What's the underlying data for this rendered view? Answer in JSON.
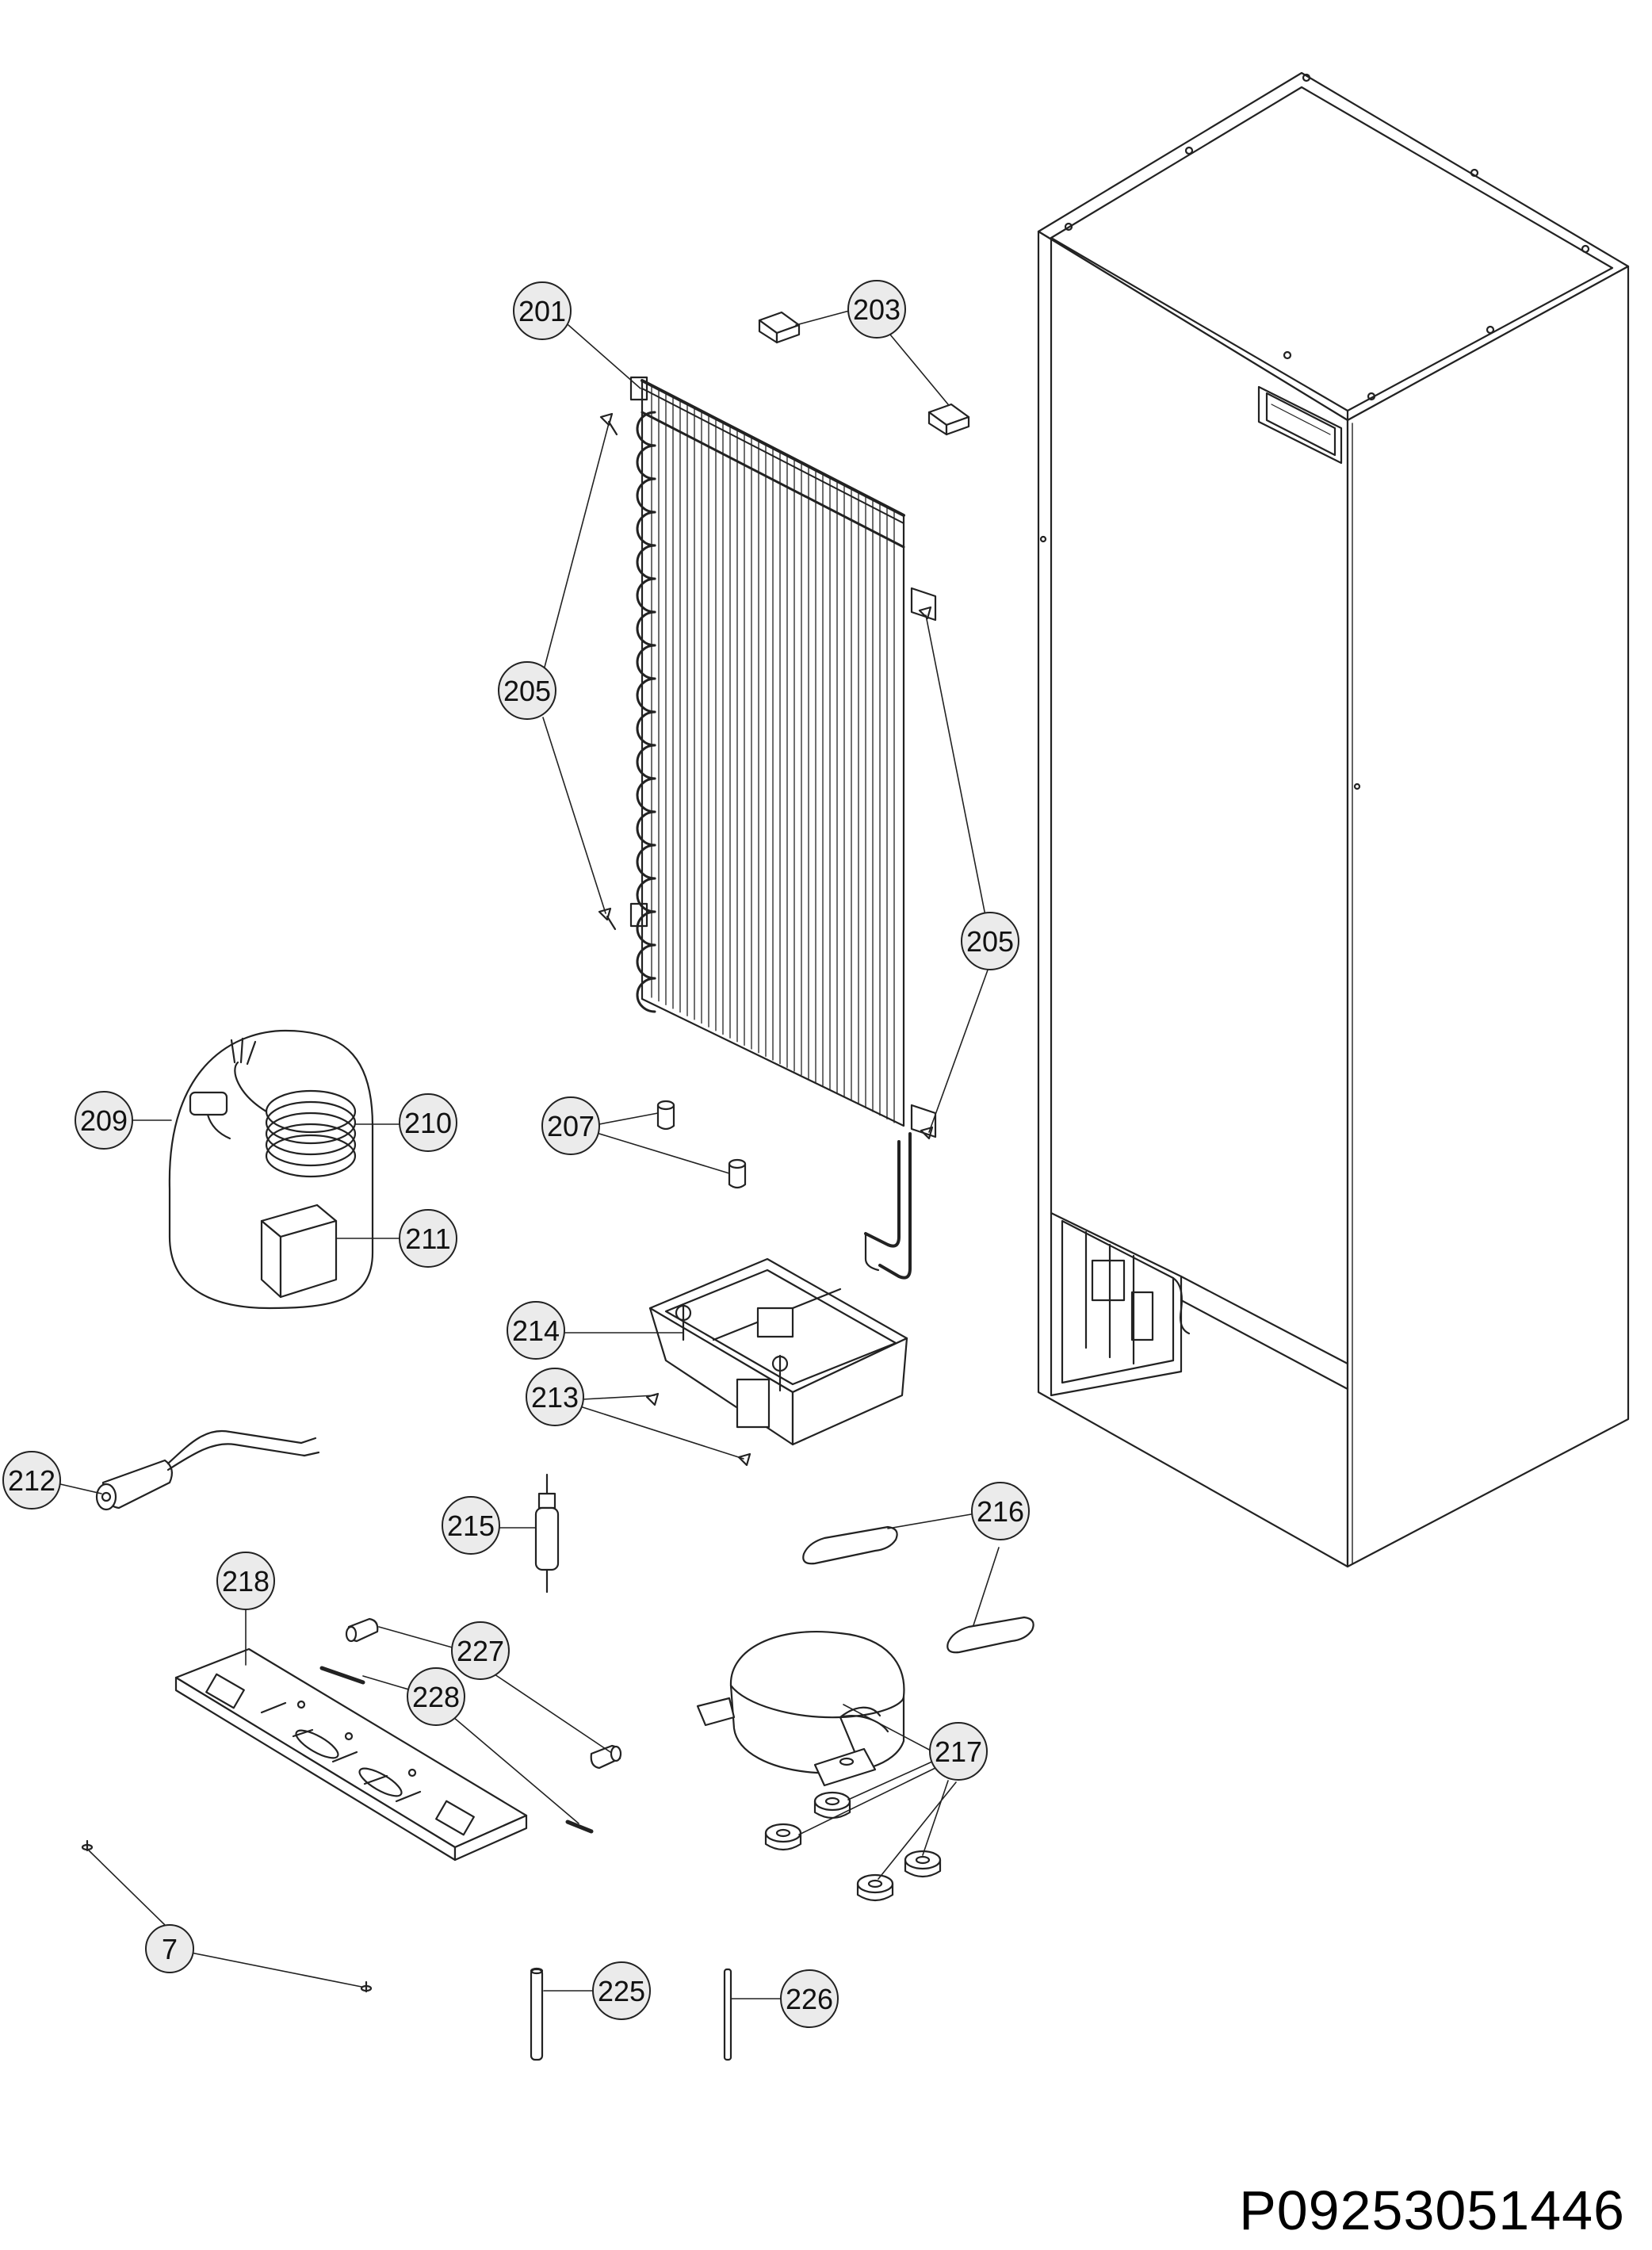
{
  "callouts": {
    "c201": "201",
    "c203": "203",
    "c205a": "205",
    "c205b": "205",
    "c207": "207",
    "c209": "209",
    "c210": "210",
    "c211": "211",
    "c212": "212",
    "c213": "213",
    "c214": "214",
    "c215": "215",
    "c216": "216",
    "c217": "217",
    "c218": "218",
    "c225": "225",
    "c226": "226",
    "c227": "227",
    "c228": "228",
    "c7": "7"
  },
  "drawing_code": "P09253051446",
  "colors": {
    "line": "#222222",
    "fill": "#ffffff",
    "light": "#d9d9d9"
  }
}
